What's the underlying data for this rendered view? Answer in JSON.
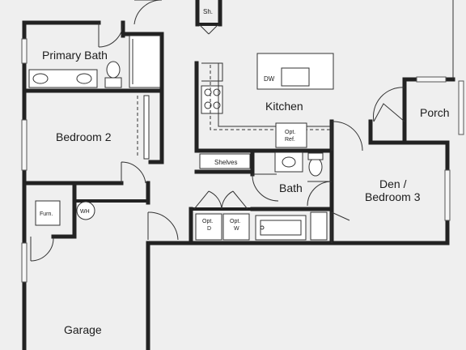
{
  "floor_plan": {
    "labels": {
      "primary_bath": "Primary Bath",
      "bedroom_2": "Bedroom 2",
      "kitchen": "Kitchen",
      "porch": "Porch",
      "bath": "Bath",
      "den_line1": "Den /",
      "den_line2": "Bedroom 3",
      "garage": "Garage",
      "shower": "Sh.",
      "dishwasher": "DW",
      "opt_ref_line1": "Opt.",
      "opt_ref_line2": "Ref.",
      "shelves": "Shelves",
      "opt_d_line1": "Opt.",
      "opt_d_line2": "D",
      "opt_w_line1": "Opt.",
      "opt_w_line2": "W",
      "furnace": "Furn.",
      "water_heater": "WH"
    },
    "colors": {
      "background": "#efefef",
      "walls": "#222222"
    }
  }
}
